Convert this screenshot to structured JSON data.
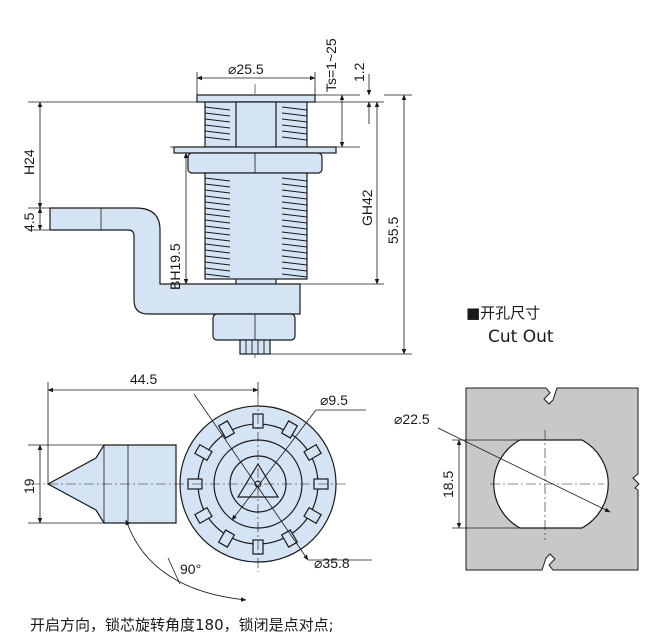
{
  "side_view": {
    "dims": {
      "d25_5": "⌀25.5",
      "ts": "Ts=1~25",
      "d1_2": "1.2",
      "h24": "H24",
      "d4_5": "4.5",
      "bh19_5": "BH19.5",
      "gh42": "GH42",
      "d55_5": "55.5"
    }
  },
  "cutout": {
    "zh": "■开孔尺寸",
    "en": "Cut Out",
    "d22_5": "⌀22.5",
    "d18_5": "18.5"
  },
  "front_view": {
    "dims": {
      "d44_5": "44.5",
      "d19": "19",
      "d9_5": "⌀9.5",
      "d35_8": "⌀35.8",
      "angle": "90°"
    }
  },
  "footer": {
    "note": "开启方向，锁芯旋转角度180，锁闭是点对点;"
  },
  "colors": {
    "part_fill": "#d4e4f4",
    "cutout_panel": "#c8c8c8",
    "line": "#1a1a1a"
  }
}
